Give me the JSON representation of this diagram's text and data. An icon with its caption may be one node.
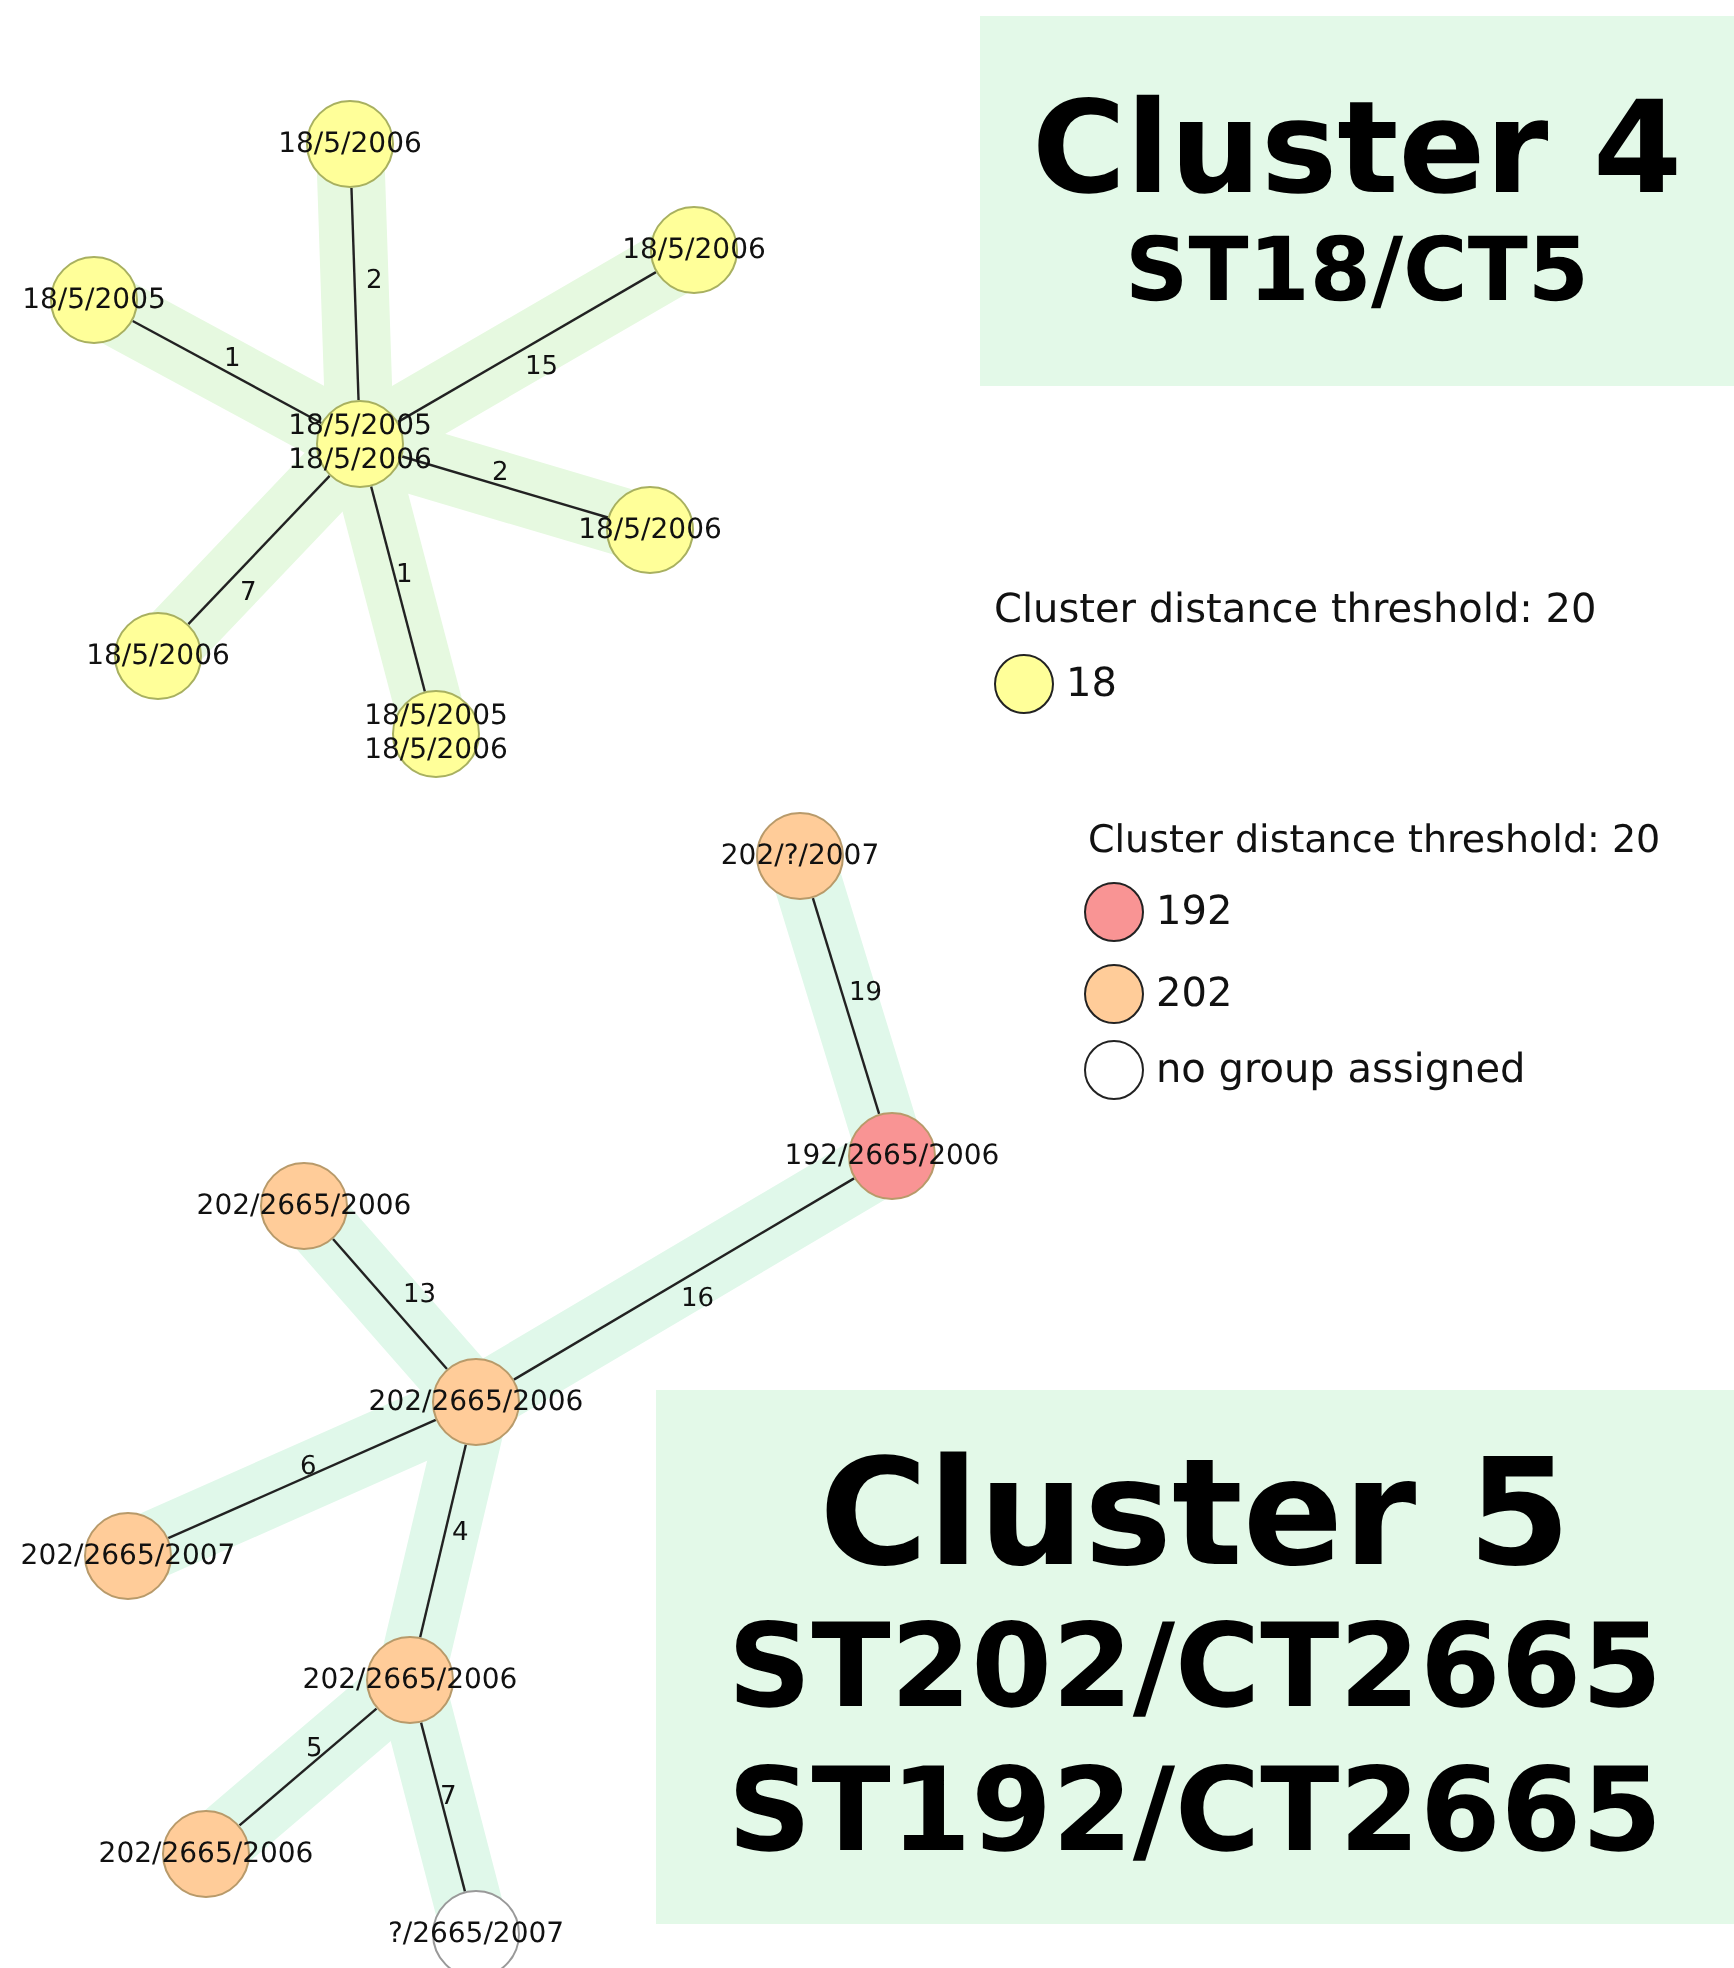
{
  "diagram": {
    "nodes": [
      {
        "text": [
          "Cluster 4",
          "ST18/CT5"
        ]
      },
      {
        "text": [
          "18/5/2006"
        ]
      },
      {
        "text": [
          "18/5/2006"
        ]
      },
      {
        "text": [
          "18/5/2005"
        ]
      },
      {
        "text": [
          "18/5/2005",
          "18/5/2006"
        ]
      },
      {
        "text": [
          "18/5/2006"
        ]
      },
      {
        "text": [
          "18/5/2006"
        ]
      },
      {
        "text": [
          "18/5/2005",
          "18/5/2006"
        ]
      },
      {
        "text": [
          "202/?/2007"
        ]
      },
      {
        "text": [
          "192/2665/2006"
        ]
      },
      {
        "text": [
          "202/2665/2006"
        ]
      },
      {
        "text": [
          "202/2665/2006"
        ]
      },
      {
        "text": [
          "Cluster 5",
          "ST202/CT2665",
          "ST192/CT2665"
        ]
      },
      {
        "text": [
          "202/2665/2007"
        ]
      },
      {
        "text": [
          "202/2665/2006"
        ]
      },
      {
        "text": [
          "202/2665/2006"
        ]
      },
      {
        "text": [
          "?/2665/2007"
        ]
      }
    ],
    "edges": [
      {
        "from": 4,
        "to": 1,
        "arrow": "none",
        "label": "2"
      },
      {
        "from": 4,
        "to": 2,
        "arrow": "none",
        "label": "15"
      },
      {
        "from": 4,
        "to": 3,
        "arrow": "none",
        "label": "1"
      },
      {
        "from": 4,
        "to": 5,
        "arrow": "none",
        "label": "2"
      },
      {
        "from": 4,
        "to": 6,
        "arrow": "none",
        "label": "7"
      },
      {
        "from": 4,
        "to": 7,
        "arrow": "none",
        "label": "1"
      },
      {
        "from": 8,
        "to": 9,
        "arrow": "none",
        "label": "19"
      },
      {
        "from": 9,
        "to": 11,
        "arrow": "none",
        "label": "16"
      },
      {
        "from": 10,
        "to": 11,
        "arrow": "none",
        "label": "13"
      },
      {
        "from": 11,
        "to": 13,
        "arrow": "none",
        "label": "6"
      },
      {
        "from": 11,
        "to": 14,
        "arrow": "none",
        "label": "4"
      },
      {
        "from": 14,
        "to": 15,
        "arrow": "none",
        "label": "5"
      },
      {
        "from": 14,
        "to": 16,
        "arrow": "none",
        "label": "7"
      }
    ],
    "labels": [
      "Cluster distance threshold: 20",
      "Cluster distance threshold: 20"
    ],
    "legend": [
      {
        "text": "18",
        "color": "#ffff99"
      },
      {
        "text": "192",
        "color": "#f99494"
      },
      {
        "text": "202",
        "color": "#ffcc99"
      },
      {
        "text": "no group assigned",
        "color": "#ffffff"
      }
    ]
  }
}
